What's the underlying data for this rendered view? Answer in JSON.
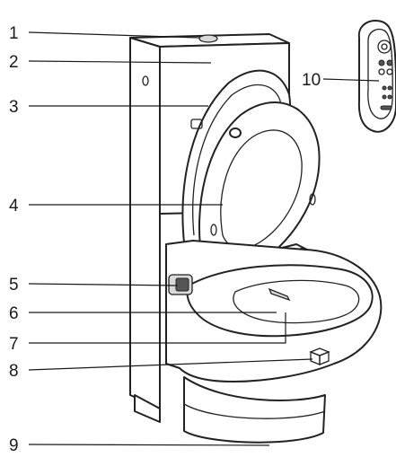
{
  "callouts": [
    {
      "id": "1",
      "label": "1"
    },
    {
      "id": "2",
      "label": "2"
    },
    {
      "id": "3",
      "label": "3"
    },
    {
      "id": "4",
      "label": "4"
    },
    {
      "id": "5",
      "label": "5"
    },
    {
      "id": "6",
      "label": "6"
    },
    {
      "id": "7",
      "label": "7"
    },
    {
      "id": "8",
      "label": "8"
    },
    {
      "id": "9",
      "label": "9"
    },
    {
      "id": "10",
      "label": "10"
    }
  ],
  "colors": {
    "line": "#1a1a1a",
    "fill": "#ffffff",
    "shade": "#d9d9d9"
  }
}
